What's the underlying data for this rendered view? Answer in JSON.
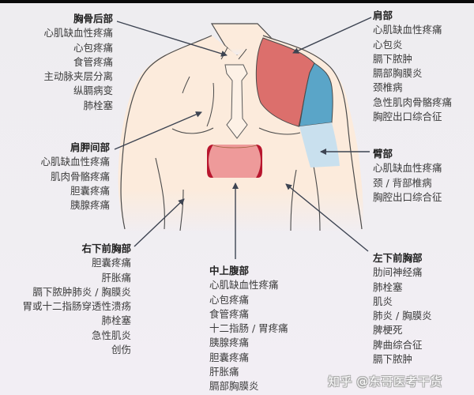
{
  "diagram": {
    "type": "chest-pain-referral-map",
    "colors": {
      "skin": "#fcebdc",
      "outline": "#4a4a4a",
      "shoulder_red": "#dc6f6c",
      "shoulder_blue": "#5aa5c8",
      "arm_light_blue": "#c9e0ee",
      "epigastric_pink": "#ee9a9a",
      "epigastric_dark": "#b8162e",
      "arrow": "#3d4452"
    },
    "regions": {
      "retrosternal": {
        "title": "胸骨后部",
        "items": [
          "心肌缺血性疼痛",
          "心包疼痛",
          "食管疼痛",
          "主动脉夹层分离",
          "纵膈病变",
          "肺栓塞"
        ]
      },
      "shoulder": {
        "title": "肩部",
        "items": [
          "心肌缺血性疼痛",
          "心包炎",
          "膈下脓肿",
          "膈部胸膜炎",
          "颈椎病",
          "急性肌肉骨骼疼痛",
          "胸腔出口综合征"
        ]
      },
      "interscapular": {
        "title": "肩胛间部",
        "items": [
          "心肌缺血性疼痛",
          "肌肉骨骼疼痛",
          "胆囊疼痛",
          "胰腺疼痛"
        ]
      },
      "arm": {
        "title": "臂部",
        "items": [
          "心肌缺血性疼痛",
          "颈 / 背部椎病",
          "胸腔出口综合征"
        ]
      },
      "right_lower_anterior": {
        "title": "右下前胸部",
        "items": [
          "胆囊疼痛",
          "肝胀痛",
          "膈下脓肿肺炎 / 胸膜炎",
          "胃或十二指肠穿透性溃疡",
          "肺栓塞",
          "急性肌炎",
          "创伤"
        ]
      },
      "mid_upper_abdomen": {
        "title": "中上腹部",
        "items": [
          "心肌缺血性疼痛",
          "心包疼痛",
          "食管疼痛",
          "十二指肠 / 胃疼痛",
          "胰腺疼痛",
          "胆囊疼痛",
          "肝胀痛",
          "膈部胸膜炎"
        ]
      },
      "left_lower_anterior": {
        "title": "左下前胸部",
        "items": [
          "肋间神经痛",
          "肺栓塞",
          "肌炎",
          "肺炎 / 胸膜炎",
          "脾梗死",
          "脾曲综合征",
          "膈下脓肿"
        ]
      }
    }
  },
  "watermark": {
    "text": "知乎 @东哥医考干货"
  }
}
